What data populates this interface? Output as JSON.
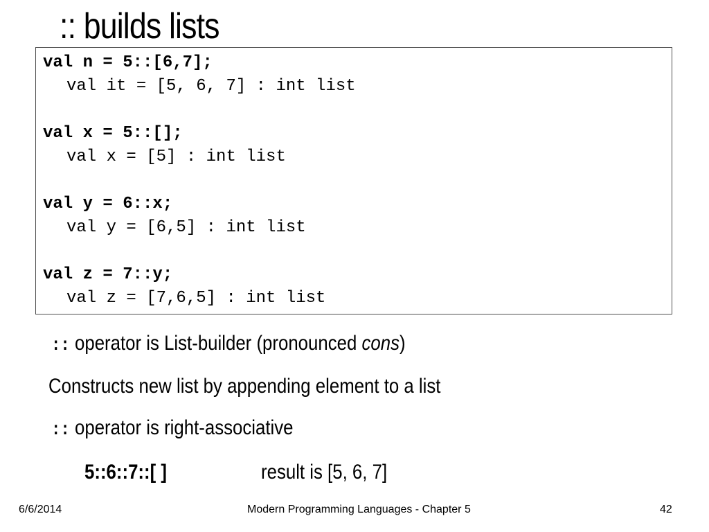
{
  "slide": {
    "title": ":: builds lists",
    "code_lines": [
      "val n = 5::[6,7];",
      "val it = [5, 6, 7] : int list",
      "val x = 5::[];",
      "val x = [5] : int list",
      "val y = 6::x;",
      "val y = [6,5] : int list",
      "val z = 7::y;",
      "val z = [7,6,5] : int list"
    ],
    "bullet1": {
      "op": "::",
      "text_before": " operator is List-builder (pronounced ",
      "italic": "cons",
      "text_after": ")"
    },
    "bullet2": "Constructs new list by appending element to a list",
    "bullet3": {
      "op": "::",
      "text": " operator is right-associative"
    },
    "example": {
      "code": "5::6::7::[ ]",
      "result": "result is [5, 6, 7]"
    },
    "footer": {
      "date": "6/6/2014",
      "center": "Modern Programming Languages - Chapter 5",
      "page": "42"
    }
  }
}
